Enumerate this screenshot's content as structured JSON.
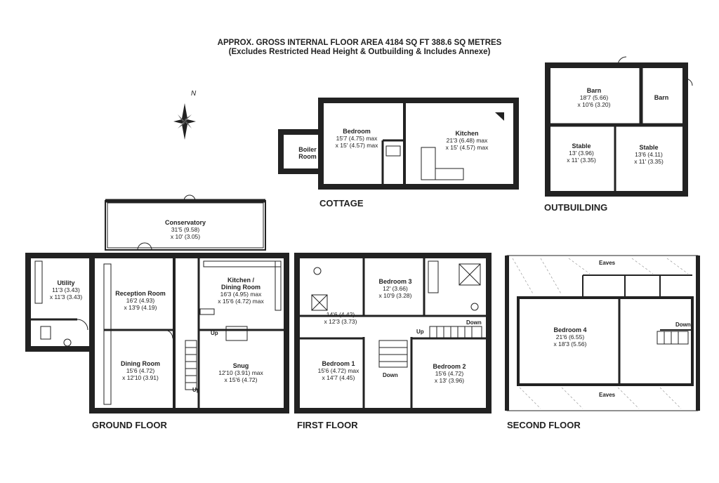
{
  "header": {
    "line1": "APPROX. GROSS INTERNAL FLOOR AREA 4184 SQ FT 388.6 SQ METRES",
    "line2": "(Excludes Restricted Head Height & Outbuilding & Includes Annexe)"
  },
  "compass": {
    "label": "N"
  },
  "floors": {
    "ground": "GROUND FLOOR",
    "first": "FIRST FLOOR",
    "second": "SECOND FLOOR",
    "cottage": "COTTAGE",
    "outbuilding": "OUTBUILDING"
  },
  "rooms": {
    "conservatory": {
      "name": "Conservatory",
      "d1": "31'5 (9.58)",
      "d2": "x 10' (3.05)"
    },
    "utility": {
      "name": "Utility",
      "d1": "11'3 (3.43)",
      "d2": "x 11'3 (3.43)"
    },
    "reception": {
      "name": "Reception Room",
      "d1": "16'2 (4.93)",
      "d2": "x 13'9 (4.19)"
    },
    "kitchen_dining": {
      "name": "Kitchen /",
      "name2": "Dining Room",
      "d1": "16'3 (4.95) max",
      "d2": "x 15'6 (4.72) max"
    },
    "dining": {
      "name": "Dining Room",
      "d1": "15'6 (4.72)",
      "d2": "x 12'10 (3.91)"
    },
    "snug": {
      "name": "Snug",
      "d1": "12'10 (3.91) max",
      "d2": "x 15'6 (4.72)"
    },
    "landing": {
      "d1": "14'6 (4.42)",
      "d2": "x 12'3 (3.73)"
    },
    "bedroom3": {
      "name": "Bedroom 3",
      "d1": "12' (3.66)",
      "d2": "x 10'9 (3.28)"
    },
    "bedroom1": {
      "name": "Bedroom 1",
      "d1": "15'6 (4.72) max",
      "d2": "x 14'7 (4.45)"
    },
    "bedroom2": {
      "name": "Bedroom 2",
      "d1": "15'6 (4.72)",
      "d2": "x 13' (3.96)"
    },
    "bedroom4": {
      "name": "Bedroom 4",
      "d1": "21'6 (6.55)",
      "d2": "x 18'3 (5.56)"
    },
    "cottage_bedroom": {
      "name": "Bedroom",
      "d1": "15'7 (4.75) max",
      "d2": "x 15' (4.57) max"
    },
    "cottage_kitchen": {
      "name": "Kitchen",
      "d1": "21'3 (6.48) max",
      "d2": "x 15' (4.57) max"
    },
    "boiler": {
      "name": "Boiler",
      "name2": "Room"
    },
    "barn_large": {
      "name": "Barn",
      "d1": "18'7 (5.66)",
      "d2": "x 10'6 (3.20)"
    },
    "barn_small": {
      "name": "Barn"
    },
    "stable1": {
      "name": "Stable",
      "d1": "13' (3.96)",
      "d2": "x 11' (3.35)"
    },
    "stable2": {
      "name": "Stable",
      "d1": "13'6 (4.11)",
      "d2": "x 11' (3.35)"
    }
  },
  "labels": {
    "up": "Up",
    "down": "Down",
    "eaves": "Eaves"
  },
  "colors": {
    "wall": "#222222",
    "line": "#333333",
    "background": "#ffffff"
  }
}
